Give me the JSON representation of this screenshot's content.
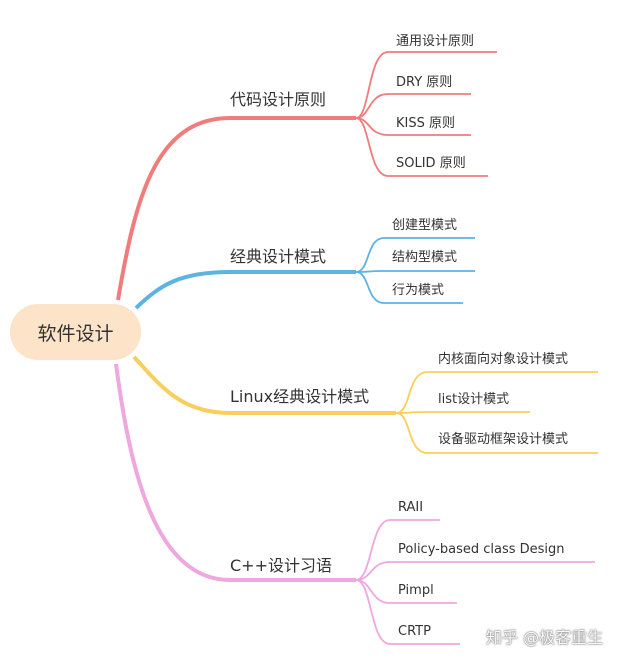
{
  "root": {
    "label": "软件设计",
    "color": "#fde3c8"
  },
  "branches": [
    {
      "label": "代码设计原则",
      "color": "#f07c7c",
      "leaves": [
        "通用设计原则",
        "DRY 原则",
        "KISS 原则",
        "SOLID 原则"
      ]
    },
    {
      "label": "经典设计模式",
      "color": "#5db3e2",
      "leaves": [
        "创建型模式",
        "结构型模式",
        "行为模式"
      ]
    },
    {
      "label": "Linux经典设计模式",
      "color": "#f7cf5a",
      "leaves": [
        "内核面向对象设计模式",
        "list设计模式",
        "设备驱动框架设计模式"
      ]
    },
    {
      "label": "C++设计习语",
      "color": "#eea7df",
      "leaves": [
        "RAII",
        "Policy-based class Design",
        "Pimpl",
        "CRTP"
      ]
    }
  ],
  "watermark": "知乎 @极客重生"
}
